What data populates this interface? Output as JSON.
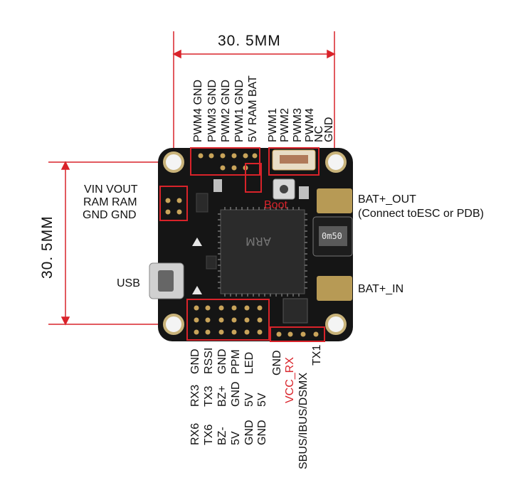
{
  "dimensions": {
    "width_label": "30. 5MM",
    "height_label": "30. 5MM",
    "line_color": "#d9232a"
  },
  "top_header": {
    "row1": "PWM4 GND",
    "row2": "PWM3 GND",
    "row3": "PWM2 GND",
    "row4": "PWM1 GND",
    "row5": "5V  RAM  BAT"
  },
  "top_right_header": [
    "PWM1",
    "PWM2",
    "PWM3",
    "PWM4",
    "NC",
    "GND"
  ],
  "left_header": {
    "row1": "VIN  VOUT",
    "row2": "RAM  RAM",
    "row3": "GND  GND"
  },
  "usb_label": "USB",
  "boot_label": "Boot",
  "right_labels": {
    "bat_out": "BAT+_OUT",
    "bat_out_note": "(Connect toESC or PDB)",
    "bat_in": "BAT+_IN"
  },
  "bottom_header": {
    "group1": [
      "GND",
      "RSSI",
      "GND",
      "PPM",
      "LED"
    ],
    "group2": [
      "RX3",
      "TX3",
      "BZ+",
      "GND",
      "5V",
      "5V"
    ],
    "group3": [
      "RX6",
      "TX6",
      "BZ-",
      "5V",
      "GND",
      "GND"
    ]
  },
  "bottom_right_header": {
    "gnd": "GND",
    "vcc_rx": "VCC_RX",
    "sbus": "SBUS/IBUS/DSMX",
    "tx1": "TX1"
  },
  "chip_text": [
    "ARM",
    "0m50"
  ]
}
